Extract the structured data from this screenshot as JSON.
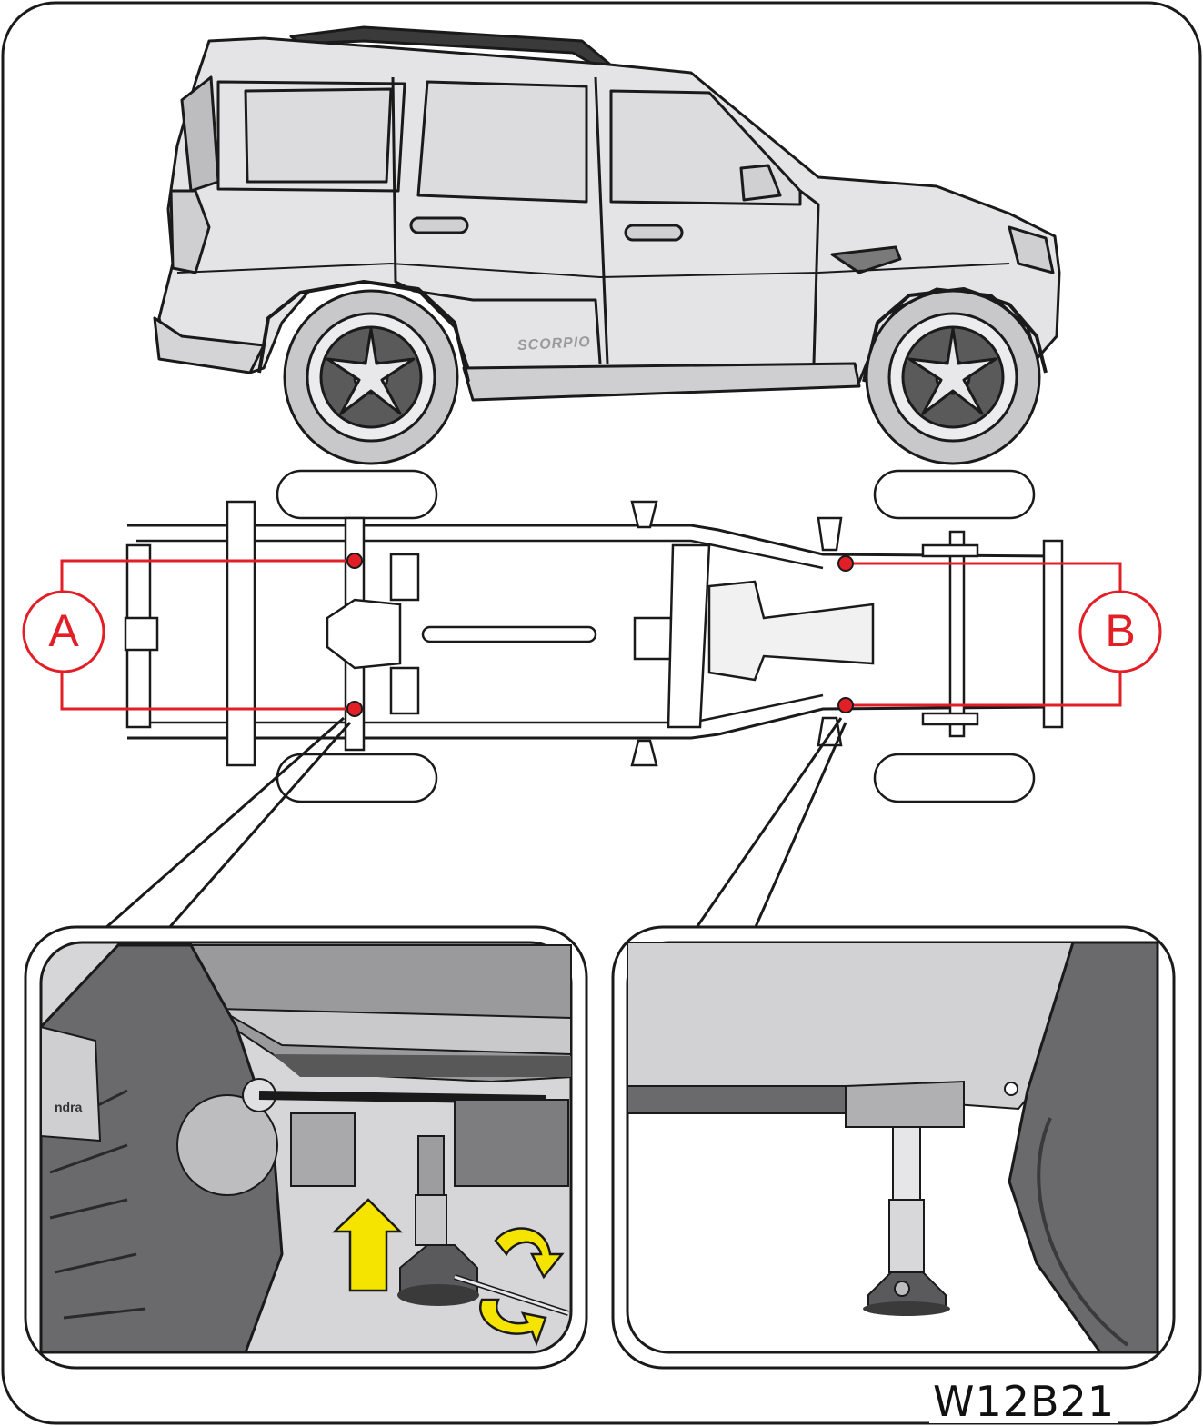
{
  "labels": {
    "point_a": "A",
    "point_b": "B",
    "figure_code": "W12B21",
    "vehicle_badge": "SCORPIO",
    "mudflap_text": "ndra"
  },
  "colors": {
    "callout": "#e21e26",
    "arrow_yellow": "#f4e400",
    "line": "#1a1a1a",
    "body_fill": "#e4e4e6",
    "panel_gray": "#b9b9bb"
  },
  "icons": {
    "lift_arrow": "up-arrow-icon",
    "crank_rotation": "rotate-arrows-icon"
  }
}
